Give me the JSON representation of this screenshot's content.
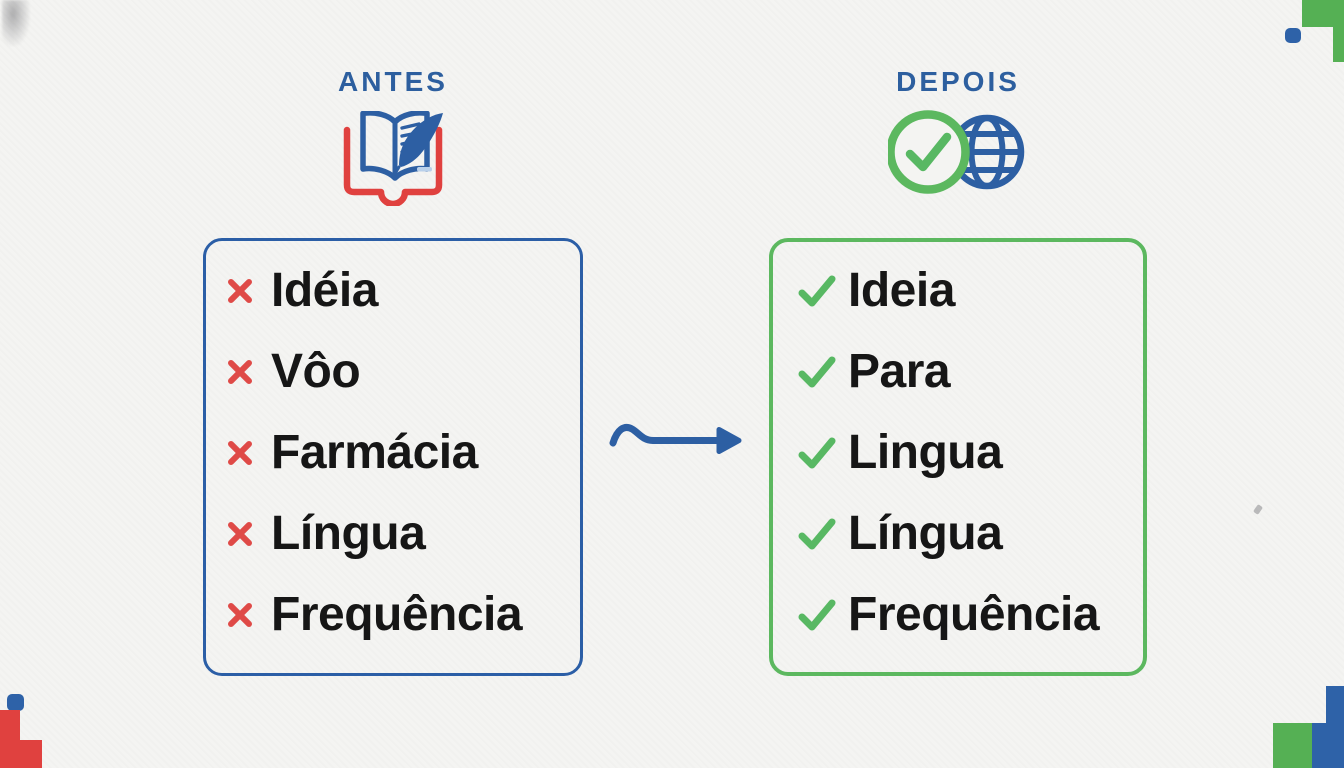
{
  "page": {
    "background_color": "#f4f4f2",
    "title_color": "#2d5f9f",
    "text_color": "#161616"
  },
  "before": {
    "title": "ANTES",
    "icon": "open-book-quill-icon",
    "border_color": "#2b5ea6",
    "mark": "x",
    "mark_color": "#df4a47",
    "items": [
      "Idéia",
      "Vôo",
      "Farmácia",
      "Língua",
      "Frequência"
    ]
  },
  "after": {
    "title": "DEPOIS",
    "icon": "check-globe-icon",
    "border_color": "#5cb85f",
    "mark": "check",
    "mark_color": "#58b863",
    "items": [
      "Ideia",
      "Para",
      "Lingua",
      "Língua",
      "Frequência"
    ]
  },
  "arrow": {
    "color": "#2d5fa3",
    "style": "squiggle-right"
  },
  "decor": {
    "corner_colors": {
      "red": "#e0413f",
      "green": "#55b054",
      "blue": "#2e62a8"
    }
  }
}
